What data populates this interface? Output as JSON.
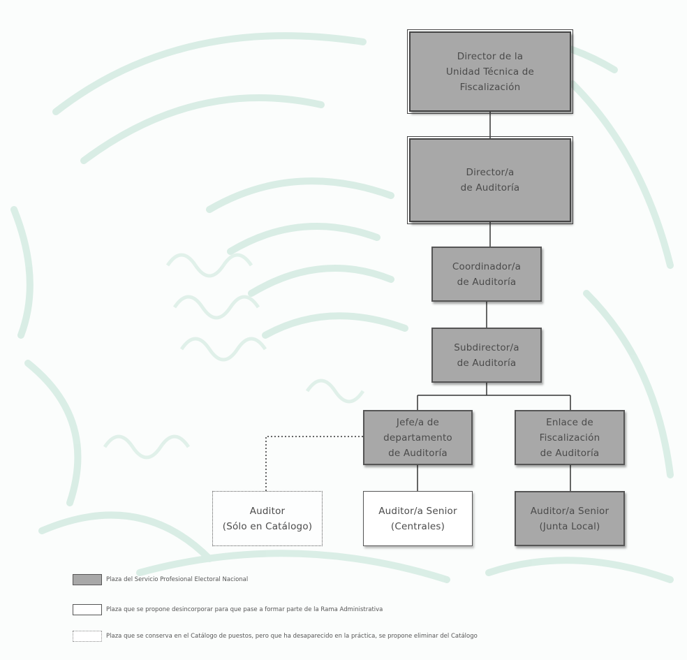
{
  "nodes": {
    "director_utf": [
      "Director de la",
      "Unidad Técnica de",
      "Fiscalización"
    ],
    "director_auditoria": [
      "Director/a",
      "de Auditoría"
    ],
    "coordinador": [
      "Coordinador/a",
      "de Auditoría"
    ],
    "subdirector": [
      "Subdirector/a",
      "de Auditoría"
    ],
    "jefe": [
      "Jefe/a de",
      "departamento",
      "de Auditoría"
    ],
    "enlace": [
      "Enlace de",
      "Fiscalización",
      "de Auditoría"
    ],
    "auditor_catalogo": [
      "Auditor",
      "(Sólo en Catálogo)"
    ],
    "auditor_senior_centrales": [
      "Auditor/a Senior",
      "(Centrales)"
    ],
    "auditor_senior_junta": [
      "Auditor/a Senior",
      "(Junta Local)"
    ]
  },
  "legend": [
    {
      "style": "gray",
      "text": "Plaza del Servicio Profesional Electoral Nacional"
    },
    {
      "style": "white",
      "text": "Plaza que se propone desincorporar para que pase a formar parte de la Rama Administrativa"
    },
    {
      "style": "dotted",
      "text": "Plaza que se conserva en el Catálogo de puestos, pero que ha desaparecido en la práctica, se propone eliminar del Catálogo"
    }
  ],
  "colors": {
    "box_fill": "#a8a8a8",
    "box_border": "#555555",
    "watermark": "#d4ebe2"
  }
}
